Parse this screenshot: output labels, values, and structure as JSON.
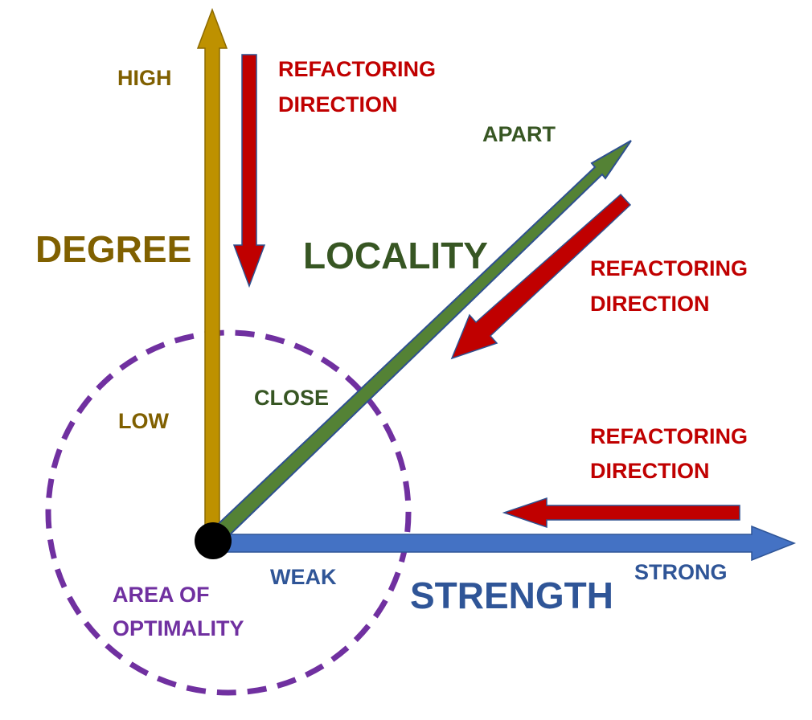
{
  "axes": {
    "degree": {
      "title": "DEGREE",
      "high_label": "HIGH",
      "low_label": "LOW",
      "color": "#BE9100",
      "text_color": "#806000"
    },
    "locality": {
      "title": "LOCALITY",
      "far_label": "APART",
      "near_label": "CLOSE",
      "color": "#548235",
      "text_color": "#375623"
    },
    "strength": {
      "title": "STRENGTH",
      "far_label": "STRONG",
      "near_label": "WEAK",
      "color": "#4472C4",
      "text_color": "#2F5597"
    }
  },
  "refactoring": {
    "line1": "REFACTORING",
    "line2": "DIRECTION",
    "color": "#C00000"
  },
  "optimality_area": {
    "line1": "AREA OF",
    "line2": "OPTIMALITY",
    "color": "#7030A0"
  },
  "origin_color": "#000000"
}
